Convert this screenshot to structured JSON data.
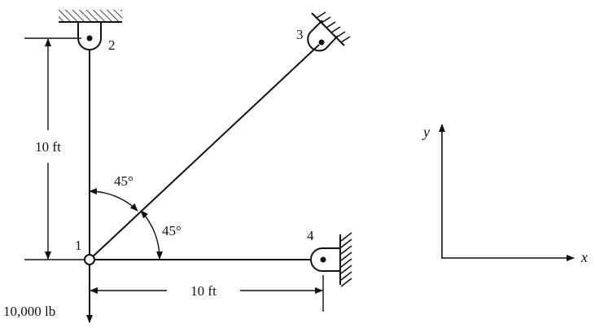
{
  "nodes": {
    "n1": "1",
    "n2": "2",
    "n3": "3",
    "n4": "4"
  },
  "dimensions": {
    "vertical_length": "10 ft",
    "horizontal_length": "10 ft"
  },
  "angles": {
    "from_vertical": "45°",
    "from_horizontal": "45°"
  },
  "load": {
    "label": "10,000 lb"
  },
  "axes": {
    "x_label": "x",
    "y_label": "y"
  }
}
